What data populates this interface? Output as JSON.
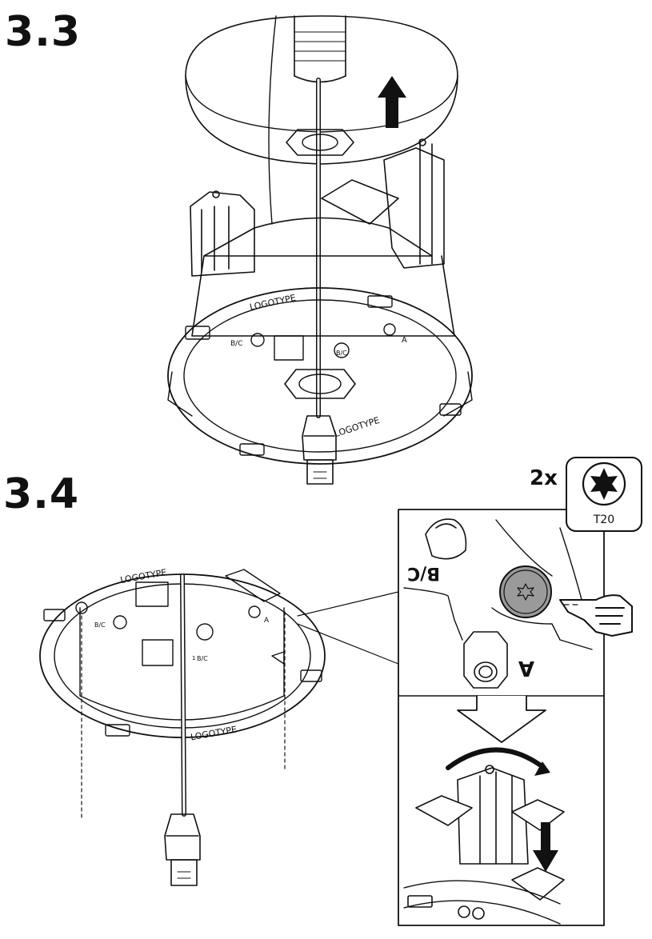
{
  "steps": [
    {
      "number": "3.3"
    },
    {
      "number": "3.4"
    }
  ],
  "tool": {
    "quantity": "2x",
    "bit": "T20",
    "icon": "torx-icon"
  },
  "labels": {
    "logotype": "LOGOTYPE",
    "bc": "B/C",
    "a": "A",
    "one": "1"
  },
  "icons": [
    "up-arrow-icon",
    "down-arrow-icon",
    "rotate-arrow-icon",
    "pointing-hand-icon",
    "torx-icon"
  ],
  "colors": {
    "line": "#111111",
    "screw_fill": "#9a9a9a",
    "arrow": "#111111"
  }
}
